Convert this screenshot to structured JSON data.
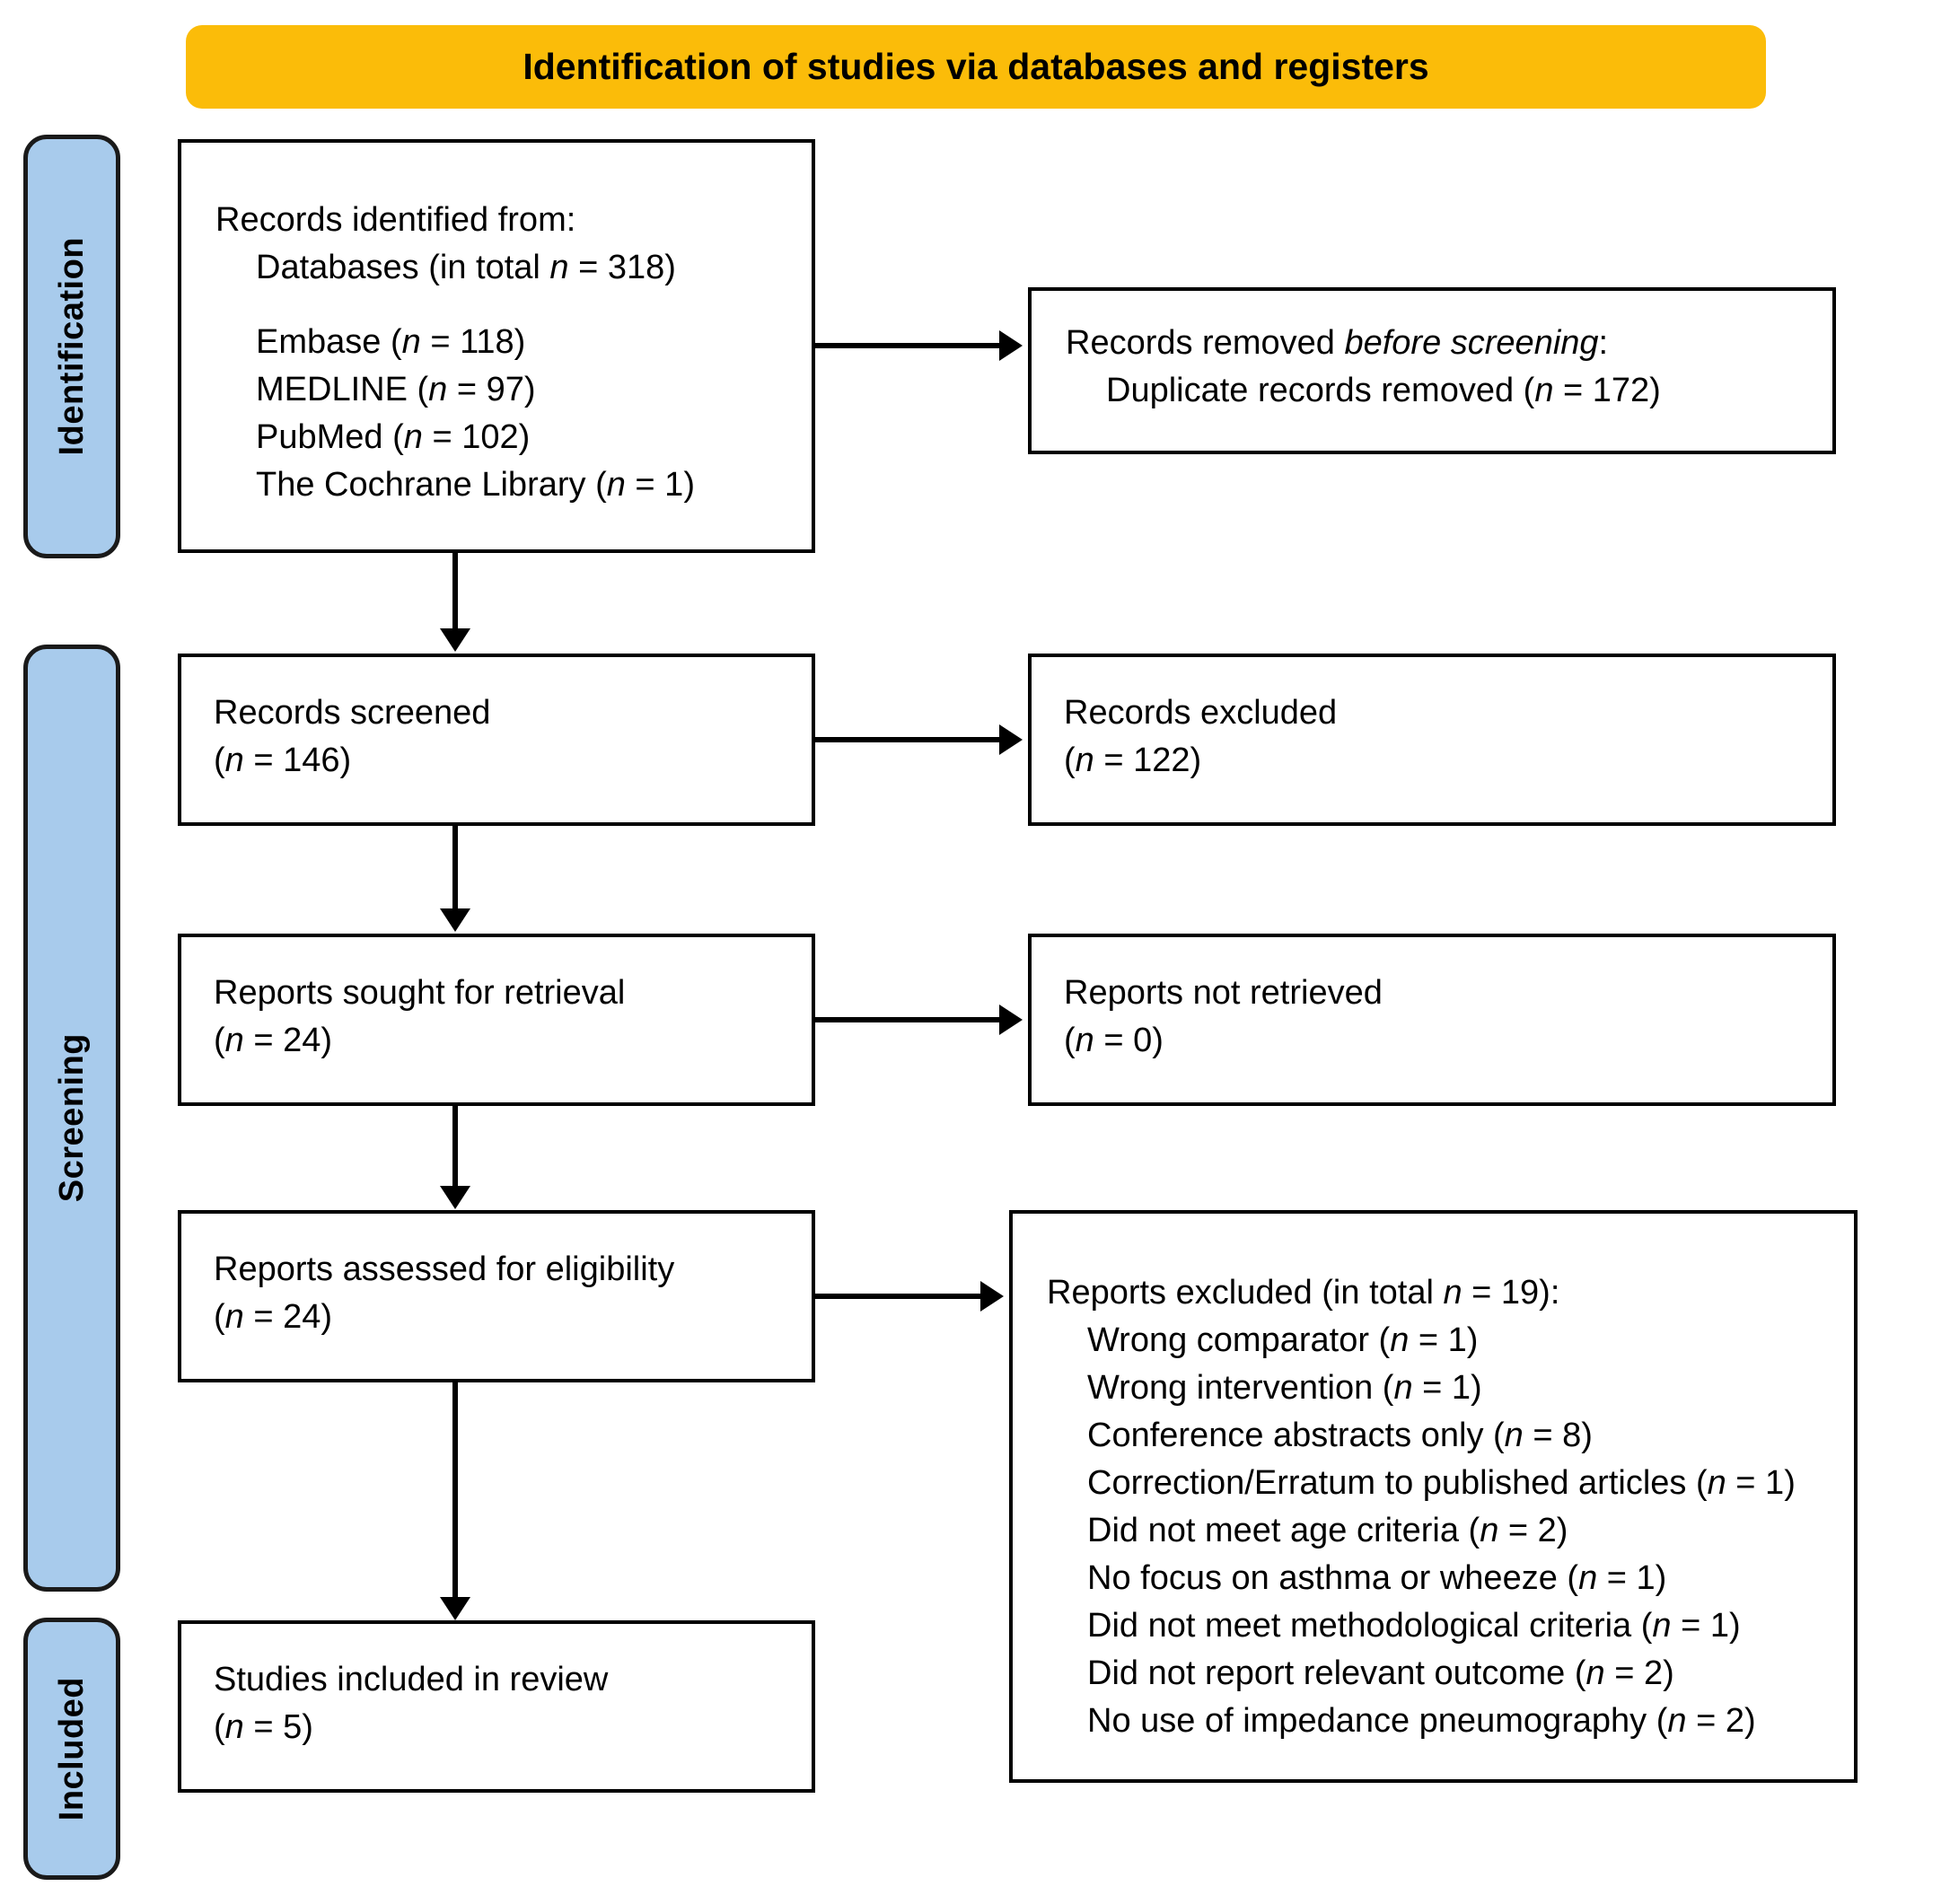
{
  "diagram": {
    "type": "prisma-flow-diagram",
    "header": {
      "title": "Identification of studies via databases and registers",
      "color": "#FBBC09"
    },
    "phases": [
      {
        "id": "identification",
        "label": "Identification",
        "color": "#A8CBEC"
      },
      {
        "id": "screening",
        "label": "Screening",
        "color": "#A8CBEC"
      },
      {
        "id": "included",
        "label": "Included",
        "color": "#A8CBEC"
      }
    ],
    "boxes": {
      "records_identified": {
        "lines": [
          {
            "text": "Records identified from:",
            "indent": false
          },
          {
            "text": "Databases (in total n = 318)",
            "indent": true,
            "italic_token": "n"
          },
          {
            "text": "",
            "indent": false,
            "spacer": true
          },
          {
            "text": "Embase (n = 118)",
            "indent": true,
            "italic_token": "n"
          },
          {
            "text": "MEDLINE (n = 97)",
            "indent": true,
            "italic_token": "n"
          },
          {
            "text": "PubMed (n = 102)",
            "indent": true,
            "italic_token": "n"
          },
          {
            "text": "The Cochrane Library (n = 1)",
            "indent": true,
            "italic_token": "n"
          }
        ]
      },
      "records_removed": {
        "lines": [
          {
            "text": "Records removed before screening:",
            "indent": false,
            "italic_phrase": "before screening"
          },
          {
            "text": "Duplicate records removed (n = 172)",
            "indent": true,
            "italic_token": "n"
          }
        ]
      },
      "records_screened": {
        "lines": [
          {
            "text": "Records screened",
            "indent": false
          },
          {
            "text": "(n = 146)",
            "indent": false,
            "italic_token": "n"
          }
        ]
      },
      "records_excluded": {
        "lines": [
          {
            "text": "Records excluded",
            "indent": false
          },
          {
            "text": "(n = 122)",
            "indent": false,
            "italic_token": "n"
          }
        ]
      },
      "reports_sought": {
        "lines": [
          {
            "text": "Reports sought for retrieval",
            "indent": false
          },
          {
            "text": "(n = 24)",
            "indent": false,
            "italic_token": "n"
          }
        ]
      },
      "reports_not_retrieved": {
        "lines": [
          {
            "text": "Reports not retrieved",
            "indent": false
          },
          {
            "text": "(n = 0)",
            "indent": false,
            "italic_token": "n"
          }
        ]
      },
      "reports_assessed": {
        "lines": [
          {
            "text": "Reports assessed for eligibility",
            "indent": false
          },
          {
            "text": "(n = 24)",
            "indent": false,
            "italic_token": "n"
          }
        ]
      },
      "reports_excluded": {
        "lines": [
          {
            "text": "Reports excluded (in total n = 19):",
            "indent": false,
            "italic_token": "n"
          },
          {
            "text": "Wrong comparator (n = 1)",
            "indent": true,
            "italic_token": "n"
          },
          {
            "text": "Wrong intervention (n = 1)",
            "indent": true,
            "italic_token": "n"
          },
          {
            "text": "Conference abstracts only (n = 8)",
            "indent": true,
            "italic_token": "n"
          },
          {
            "text": "Correction/Erratum to published articles (n = 1)",
            "indent": true,
            "italic_token": "n"
          },
          {
            "text": "Did not meet age criteria (n = 2)",
            "indent": true,
            "italic_token": "n"
          },
          {
            "text": "No focus on asthma or wheeze (n = 1)",
            "indent": true,
            "italic_token": "n"
          },
          {
            "text": "Did not meet methodological criteria (n = 1)",
            "indent": true,
            "italic_token": "n"
          },
          {
            "text": "Did not report relevant outcome (n = 2)",
            "indent": true,
            "italic_token": "n"
          },
          {
            "text": "No use of impedance pneumography (n = 2)",
            "indent": true,
            "italic_token": "n"
          }
        ]
      },
      "studies_included": {
        "lines": [
          {
            "text": "Studies included in review",
            "indent": false
          },
          {
            "text": "(n = 5)",
            "indent": false,
            "italic_token": "n"
          }
        ]
      }
    },
    "counts": {
      "databases_total": 318,
      "embase": 118,
      "medline": 97,
      "pubmed": 102,
      "cochrane_library": 1,
      "duplicates_removed": 172,
      "records_screened": 146,
      "records_excluded": 122,
      "reports_sought": 24,
      "reports_not_retrieved": 0,
      "reports_assessed": 24,
      "reports_excluded_total": 19,
      "studies_included": 5
    }
  }
}
